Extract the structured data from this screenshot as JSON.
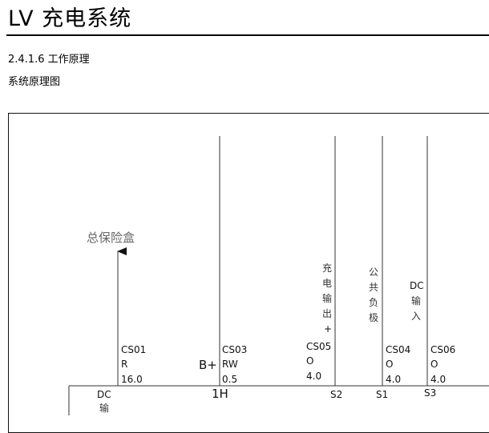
{
  "header": {
    "title": "LV 充电系统",
    "section": "2.4.1.6 工作原理",
    "subtitle": "系统原理图"
  },
  "diagram": {
    "fuse_box_label": "总保险盒",
    "pins": [
      {
        "code": "CS01",
        "color": "R",
        "gauge": "16.0"
      },
      {
        "code": "CS03",
        "color": "RW",
        "gauge": "0.5",
        "prefix": "B+"
      },
      {
        "code": "CS05",
        "color": "O",
        "gauge": "4.0",
        "vertical": [
          "充",
          "电",
          "输",
          "出",
          "+"
        ]
      },
      {
        "code": "CS04",
        "color": "O",
        "gauge": "4.0",
        "vertical": [
          "公",
          "共",
          "负",
          "极"
        ]
      },
      {
        "code": "CS06",
        "color": "O",
        "gauge": "4.0",
        "vertical": [
          "DC",
          "输",
          "入"
        ]
      }
    ],
    "bottom_labels": {
      "dc": "DC",
      "dc_sub": "输",
      "h1": "1H",
      "s2": "S2",
      "s1": "S1",
      "s3": "S3"
    }
  },
  "colors": {
    "line": "#333333",
    "fuse_label": "#666666"
  }
}
